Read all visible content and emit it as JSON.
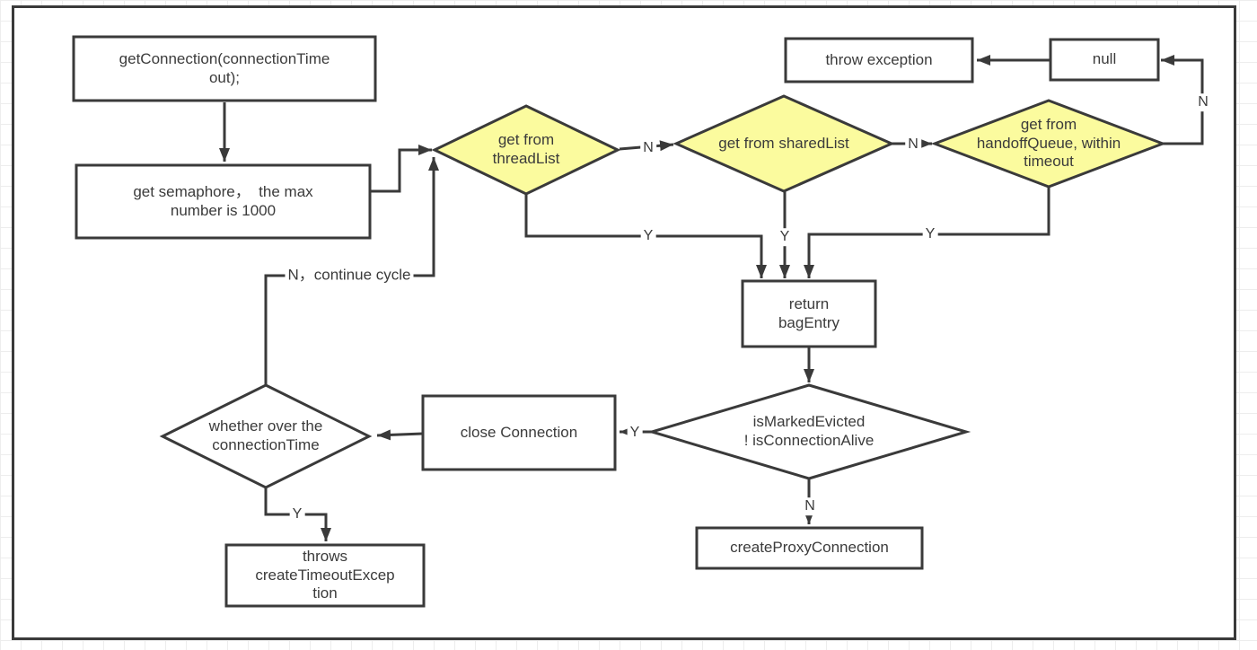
{
  "diagram": {
    "colors": {
      "decision_fill": "#fbfb9e",
      "process_fill": "#ffffff",
      "line": "#3a3a3a"
    },
    "nodes": {
      "get_connection": {
        "type": "process",
        "label": "getConnection(connectionTime\nout);"
      },
      "get_semaphore": {
        "type": "process",
        "label": "get semaphore，  the max\nnumber is 1000"
      },
      "get_from_threadlist": {
        "type": "decision",
        "label": "get from\nthreadList"
      },
      "get_from_sharedlist": {
        "type": "decision",
        "label": "get from sharedList"
      },
      "get_from_handoffqueue": {
        "type": "decision",
        "label": "get from\nhandoffQueue, within\ntimeout"
      },
      "throw_exception": {
        "type": "process",
        "label": "throw exception"
      },
      "null_result": {
        "type": "process",
        "label": "null"
      },
      "return_bagentry": {
        "type": "process",
        "label": "return\nbagEntry"
      },
      "is_marked_evicted": {
        "type": "decision",
        "label": "isMarkedEvicted\n! isConnectionAlive"
      },
      "close_connection": {
        "type": "process",
        "label": "close Connection"
      },
      "whether_over_connectiontime": {
        "type": "decision",
        "label": "whether over the\nconnectionTime"
      },
      "throws_timeout_exception": {
        "type": "process",
        "label": "throws\ncreateTimeoutExcep\ntion"
      },
      "create_proxy_connection": {
        "type": "process",
        "label": "createProxyConnection"
      }
    },
    "edge_labels": {
      "threadlist_n": "N",
      "sharedlist_n": "N",
      "handoff_n": "N",
      "threadlist_y": "Y",
      "sharedlist_y": "Y",
      "handoff_y": "Y",
      "evicted_y": "Y",
      "evicted_n": "N",
      "overtime_y": "Y",
      "continue_cycle": "N，continue cycle"
    }
  }
}
